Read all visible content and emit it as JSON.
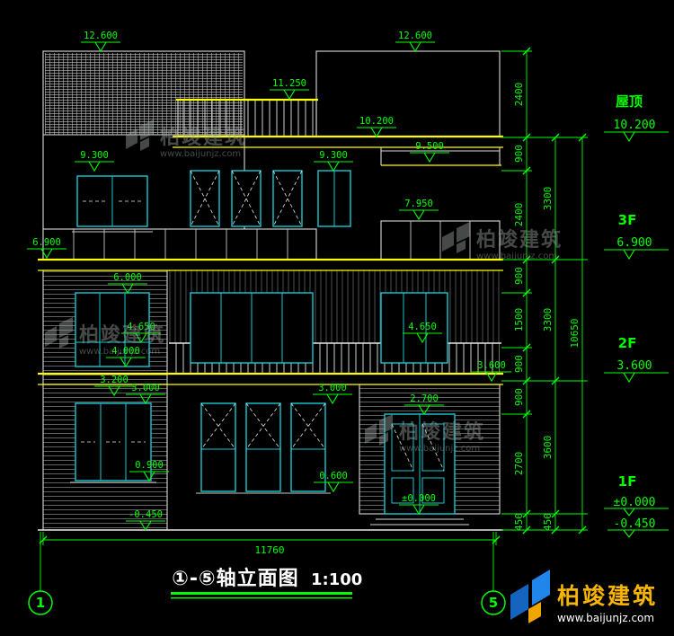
{
  "title": {
    "label": "①-⑤轴立面图",
    "scale": "1:100"
  },
  "markers": [
    "12.600",
    "12.600",
    "11.250",
    "10.200",
    "9.300",
    "9.300",
    "9.500",
    "7.950",
    "6.900",
    "6.000",
    "4.650",
    "4.650",
    "4.000",
    "3.600",
    "3.200",
    "3.000",
    "3.000",
    "2.700",
    "0.900",
    "0.600",
    "±0.000",
    "-0.450"
  ],
  "floor_labels": [
    {
      "name": "屋顶",
      "elevation": "10.200"
    },
    {
      "name": "3F",
      "elevation": "6.900"
    },
    {
      "name": "2F",
      "elevation": "3.600"
    },
    {
      "name": "1F",
      "elevation": "±0.000"
    },
    {
      "name": "",
      "elevation": "-0.450"
    }
  ],
  "dimensions": {
    "chain_inner": [
      "2400",
      "900",
      "2400",
      "900",
      "1500",
      "900",
      "900",
      "2700",
      "450"
    ],
    "chain_middle": [
      "3300",
      "3300",
      "3600",
      "450"
    ],
    "chain_outer": [
      "10650"
    ],
    "overall_width": "11760"
  },
  "axis_bubbles": {
    "left": "1",
    "right": "5"
  },
  "watermark": {
    "name": "柏竣建筑",
    "url": "www.baijunjz.com"
  },
  "brand_logo": {
    "name": "柏竣建筑",
    "url": "www.baijunjz.com"
  },
  "colors": {
    "background": "#000000",
    "dimension": "#00ff00",
    "accent": "#ffff00",
    "window_frame": "#19c9d2",
    "wall_line": "#d9d9d9"
  }
}
